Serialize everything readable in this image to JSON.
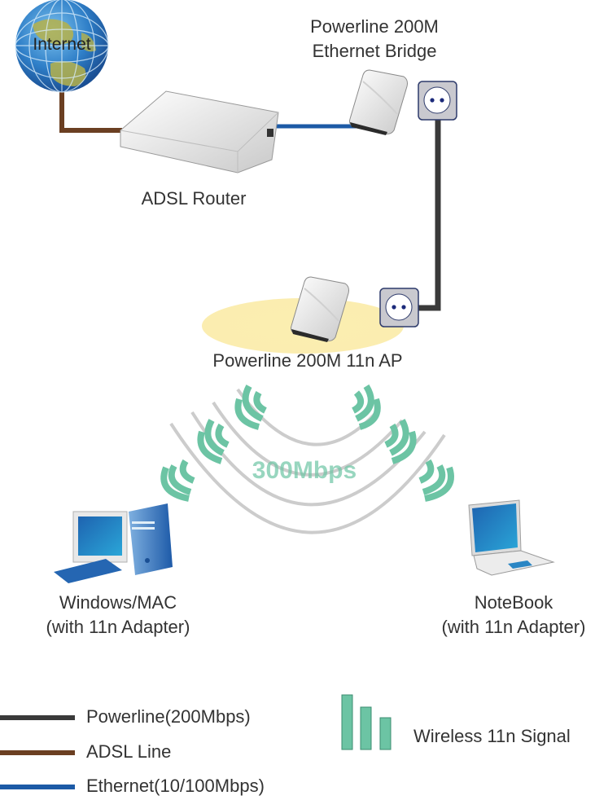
{
  "diagram": {
    "nodes": {
      "internet": {
        "label": "Internet"
      },
      "router": {
        "label": "ADSL Router"
      },
      "bridge": {
        "label_line1": "Powerline 200M",
        "label_line2": "Ethernet Bridge"
      },
      "ap": {
        "label": "Powerline 200M 11n AP"
      },
      "desktop": {
        "label_line1": "Windows/MAC",
        "label_line2": "(with 11n Adapter)"
      },
      "notebook": {
        "label_line1": "NoteBook",
        "label_line2": "(with 11n Adapter)"
      }
    },
    "wireless": {
      "speed_label": "300Mbps"
    },
    "connections": [
      {
        "from": "internet",
        "to": "router",
        "type": "ADSL Line"
      },
      {
        "from": "router",
        "to": "bridge",
        "type": "Ethernet(10/100Mbps)"
      },
      {
        "from": "bridge-outlet",
        "to": "ap-outlet",
        "type": "Powerline(200Mbps)"
      },
      {
        "from": "ap",
        "to": "desktop",
        "type": "Wireless 11n Signal"
      },
      {
        "from": "ap",
        "to": "notebook",
        "type": "Wireless 11n Signal"
      }
    ]
  },
  "legend": {
    "powerline": {
      "label": "Powerline(200Mbps)",
      "color": "#3a3a3a"
    },
    "adsl": {
      "label": "ADSL Line",
      "color": "#6b3f22"
    },
    "ethernet": {
      "label": "Ethernet(10/100Mbps)",
      "color": "#1c5aa6"
    },
    "wireless": {
      "label": "Wireless 11n Signal",
      "color": "#6cc4a4"
    }
  }
}
